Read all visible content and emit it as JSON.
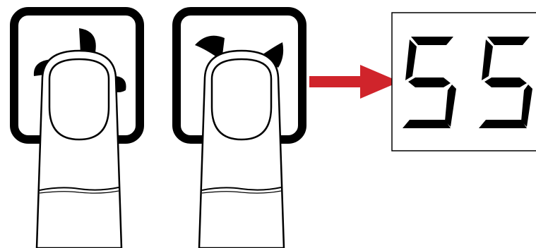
{
  "illustration": {
    "panels": [
      {
        "id": "left",
        "symbol": "propeller-three-blade"
      },
      {
        "id": "right",
        "symbol": "bat-wings"
      }
    ],
    "arrow": {
      "color": "#d0242b"
    },
    "display": {
      "digits": [
        "5",
        "5"
      ],
      "style": "seven-segment"
    }
  },
  "colors": {
    "ink": "#000000",
    "background": "#ffffff",
    "arrow": "#d0242b"
  }
}
